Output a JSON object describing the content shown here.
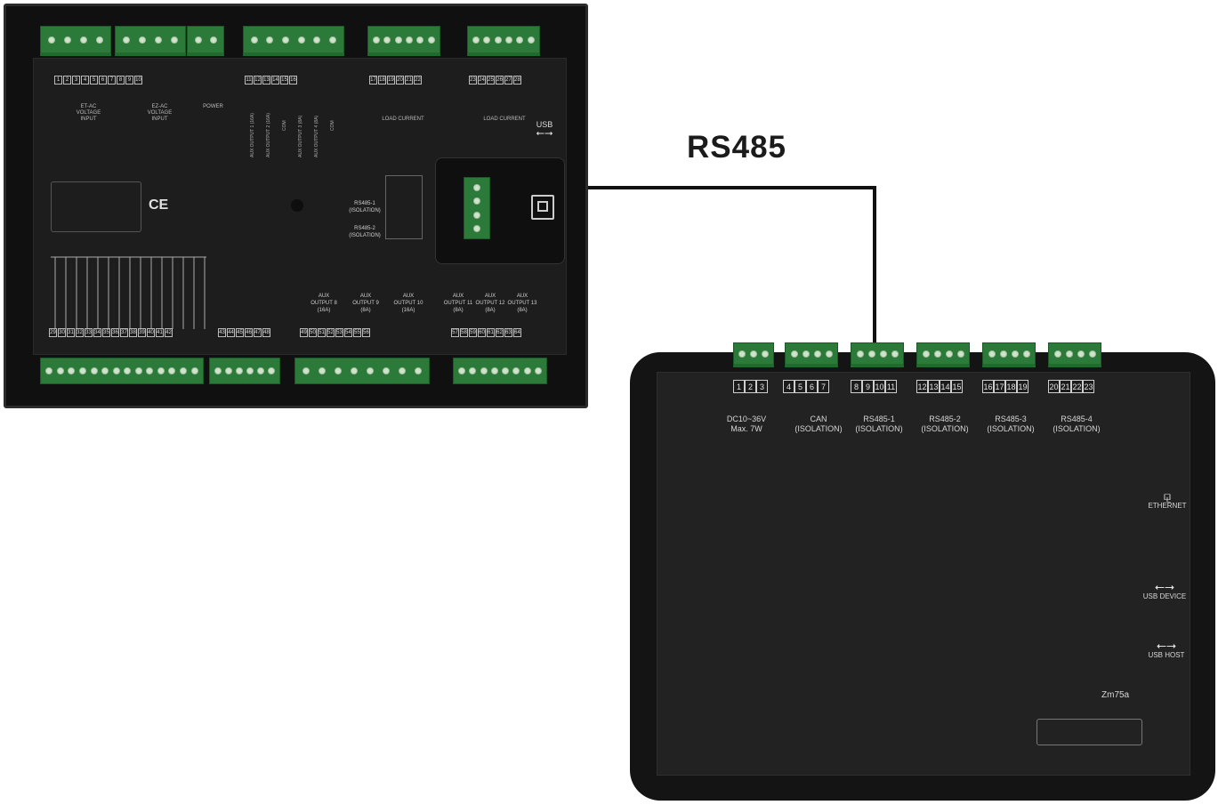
{
  "diagram_title": "RS485",
  "controller": {
    "voltage_groups": [
      {
        "line1": "ET-AC",
        "line2": "VOLTAGE",
        "line3": "INPUT"
      },
      {
        "line1": "EZ-AC",
        "line2": "VOLTAGE",
        "line3": "INPUT"
      }
    ],
    "power_label": "POWER",
    "load_current_labels": [
      "LOAD CURRENT",
      "LOAD CURRENT"
    ],
    "usb_label": "USB",
    "ce_mark": "CE",
    "rs485_port_labels": [
      {
        "line1": "RS485-1",
        "line2": "(ISOLATION)"
      },
      {
        "line1": "RS485-2",
        "line2": "(ISOLATION)"
      }
    ],
    "aux_outputs": [
      {
        "line1": "AUX",
        "line2": "OUTPUT 8",
        "line3": "(16A)"
      },
      {
        "line1": "AUX",
        "line2": "OUTPUT 9",
        "line3": "(8A)"
      },
      {
        "line1": "AUX",
        "line2": "OUTPUT 10",
        "line3": "(16A)"
      },
      {
        "line1": "AUX",
        "line2": "OUTPUT 11",
        "line3": "(8A)"
      },
      {
        "line1": "AUX",
        "line2": "OUTPUT 12",
        "line3": "(8A)"
      },
      {
        "line1": "AUX",
        "line2": "OUTPUT 13",
        "line3": "(8A)"
      }
    ],
    "top_terminals_a": [
      "1",
      "2",
      "3",
      "4",
      "5",
      "6",
      "7",
      "8",
      "9",
      "10"
    ],
    "top_terminals_b": [
      "11",
      "12",
      "13",
      "14",
      "15",
      "16"
    ],
    "top_terminals_c": [
      "17",
      "18",
      "19",
      "20",
      "21",
      "22"
    ],
    "top_terminals_d": [
      "23",
      "24",
      "25",
      "26",
      "27",
      "28"
    ],
    "bottom_terminals_a": [
      "29",
      "30",
      "31",
      "32",
      "33",
      "34",
      "35",
      "36",
      "37",
      "38",
      "39",
      "40",
      "41",
      "42"
    ],
    "bottom_terminals_b": [
      "43",
      "44",
      "45",
      "46",
      "47",
      "48"
    ],
    "bottom_terminals_c": [
      "49",
      "50",
      "51",
      "52",
      "53",
      "54",
      "55",
      "56"
    ],
    "bottom_terminals_d": [
      "57",
      "58",
      "59",
      "60",
      "61",
      "62",
      "63",
      "64"
    ]
  },
  "gateway": {
    "model": "Zm75a",
    "terminal_groups": [
      {
        "numbers": [
          "1",
          "2",
          "3"
        ],
        "label": "DC10~36V\nMax. 7W"
      },
      {
        "numbers": [
          "4",
          "5",
          "6",
          "7"
        ],
        "label": "CAN\n(ISOLATION)"
      },
      {
        "numbers": [
          "8",
          "9",
          "10",
          "11"
        ],
        "label": "RS485-1\n(ISOLATION)"
      },
      {
        "numbers": [
          "12",
          "13",
          "14",
          "15"
        ],
        "label": "RS485-2\n(ISOLATION)"
      },
      {
        "numbers": [
          "16",
          "17",
          "18",
          "19"
        ],
        "label": "RS485-3\n(ISOLATION)"
      },
      {
        "numbers": [
          "20",
          "21",
          "22",
          "23"
        ],
        "label": "RS485-4\n(ISOLATION)"
      }
    ],
    "ethernet_label": "ETHERNET",
    "usb_device_label": "USB DEVICE",
    "usb_host_label": "USB HOST"
  },
  "colors": {
    "terminal_green": "#2c7a3a",
    "device_body": "#141414",
    "cable": "#111111"
  }
}
